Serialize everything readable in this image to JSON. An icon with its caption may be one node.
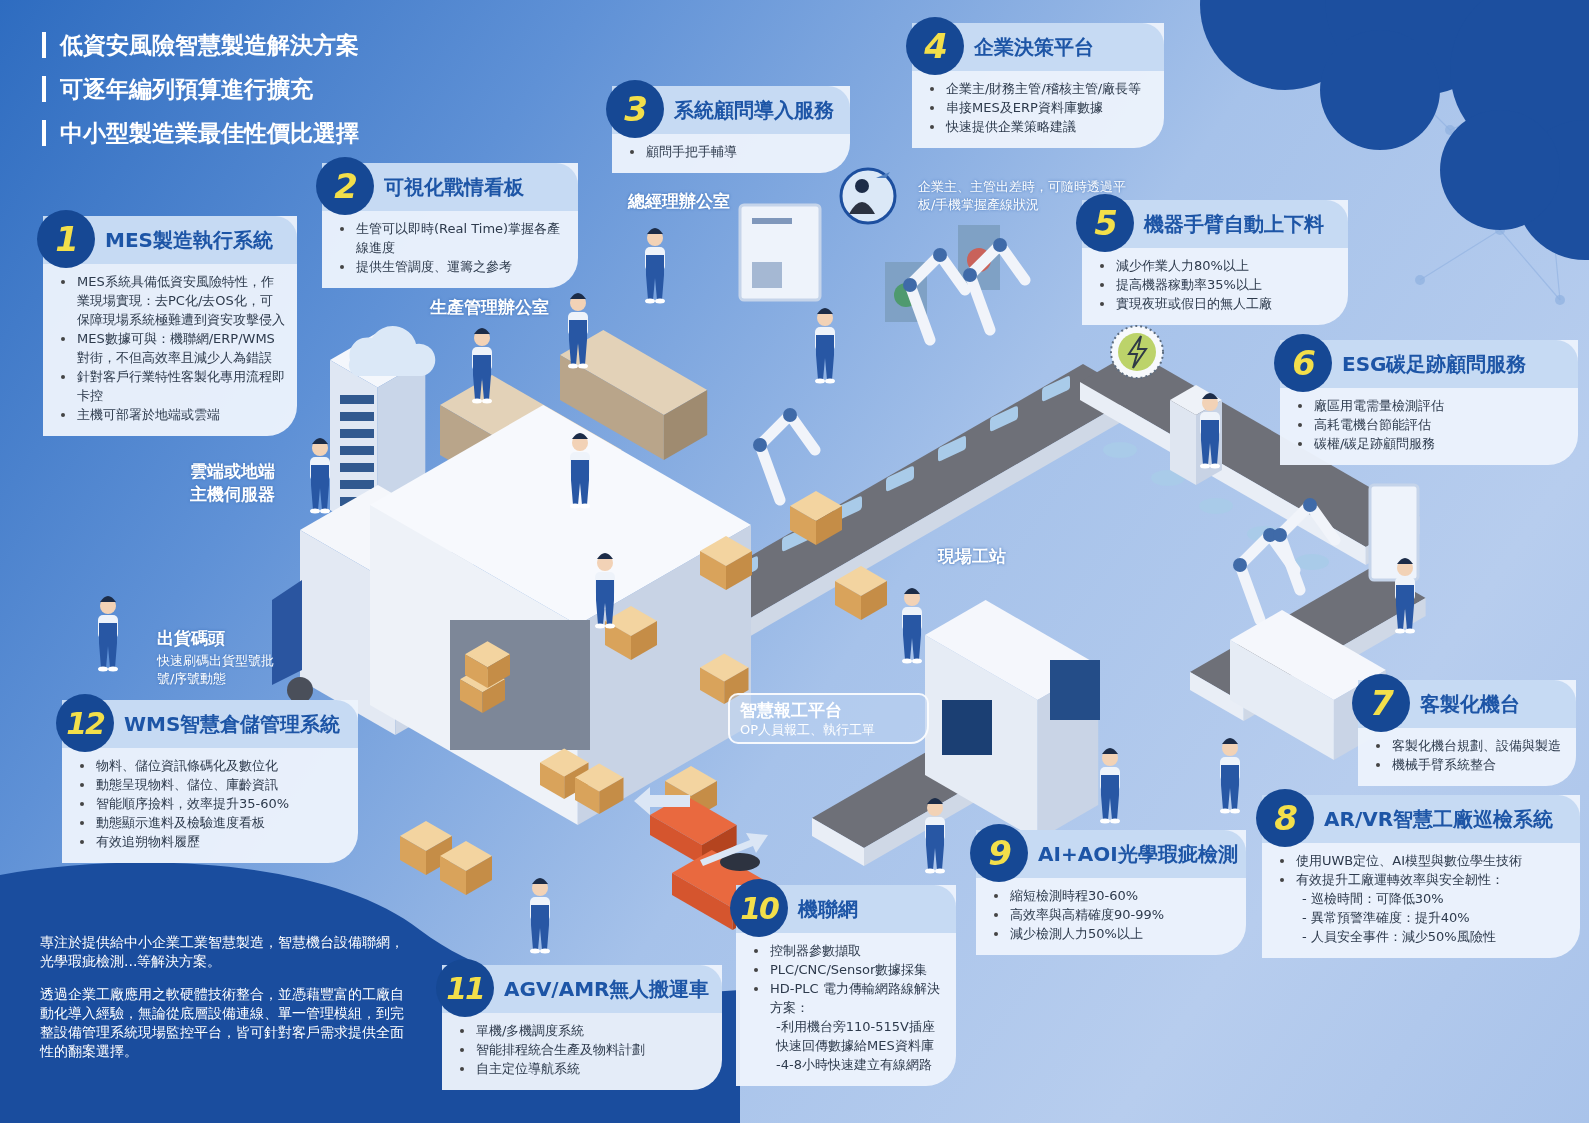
{
  "diagram": {
    "nodes": [
      {
        "text": [
          "1",
          "MES製造執行系統",
          "MES系統具備低資安風險特性，作業現場實現：去PC化/去OS化，可保障現場系統極難遭到資安攻擊侵入",
          "MES數據可與：機聯網/ERP/WMS對街，不但高效率且減少人為錯誤",
          "針對客戶行業特性客製化專用流程即卡控",
          "主機可部署於地端或雲端"
        ]
      },
      {
        "text": [
          "2",
          "可視化戰情看板",
          "生管可以即時(Real Time)掌握各產線進度",
          "提供生管調度、運籌之參考"
        ]
      },
      {
        "text": [
          "3",
          "系統顧問導入服務",
          "顧問手把手輔導"
        ]
      },
      {
        "text": [
          "4",
          "企業決策平台",
          "企業主/財務主管/稽核主管/廠長等",
          "串接MES及ERP資料庫數據",
          "快速提供企業策略建議"
        ]
      },
      {
        "text": [
          "5",
          "機器手臂自動上下料",
          "減少作業人力80%以上",
          "提高機器稼動率35%以上",
          "實現夜班或假日的無人工廠"
        ]
      },
      {
        "text": [
          "6",
          "ESG碳足跡顧問服務",
          "廠區用電需量檢測評估",
          "高耗電機台節能評估",
          "碳權/碳足跡顧問服務"
        ]
      },
      {
        "text": [
          "7",
          "客製化機台",
          "客製化機台規劃、設備與製造",
          "機械手臂系統整合"
        ]
      },
      {
        "text": [
          "8",
          "AR/VR智慧工廠巡檢系統",
          "使用UWB定位、AI模型與數位學生技術",
          "有效提升工廠運轉效率與安全韌性：",
          "- 巡檢時間：可降低30%",
          "- 異常預警準確度：提升40%",
          "- 人員安全事件：減少50%風險性"
        ]
      },
      {
        "text": [
          "9",
          "AI+AOI光學瑕疵檢測",
          "縮短檢測時程30-60%",
          "高效率與高精確度90-99%",
          "減少檢測人力50%以上"
        ]
      },
      {
        "text": [
          "10",
          "機聯網",
          "控制器參數擷取",
          "PLC/CNC/Sensor數據採集",
          "HD-PLC 電力傳輸網路線解決方案：",
          "-利用機台旁110-515V插座快速回傳數據給MES資料庫",
          "-4-8小時快速建立有線網路"
        ]
      },
      {
        "text": [
          "11",
          "AGV/AMR無人搬運車",
          "單機/多機調度系統",
          "智能排程統合生產及物料計劃",
          "自主定位導航系統"
        ]
      },
      {
        "text": [
          "12",
          "WMS智慧倉儲管理系統",
          "物料、儲位資訊條碼化及數位化",
          "動態呈現物料、儲位、庫齡資訊",
          "智能順序撿料，效率提升35-60%",
          "動態顯示進料及檢驗進度看板",
          "有效追朔物料履歷"
        ]
      },
      {
        "text": [
          "智慧報工平台",
          "OP人員報工、執行工單"
        ]
      }
    ],
    "labels": [
      "低資安風險智慧製造解決方案",
      "可逐年編列預算進行擴充",
      "中小型製造業最佳性價比選擇",
      "總經理辦公室",
      "企業主、主管出差時，可隨時透過平板/手機掌握產線狀況",
      "生產管理辦公室",
      "雲端或地端主機伺服器",
      "現場工站",
      "出貨碼頭",
      "快速刷碼出貨型號批號/序號動態",
      "專注於提供給中小企業工業智慧製造，智慧機台設備聯網，光學瑕疵檢測...等解決方案。",
      "透過企業工廠應用之軟硬體技術整合，並憑藉豐富的工廠自動化導入經驗，無論從底層設備連線、單一管理模組，到完整設備管理系統現場監控平台，皆可針對客戶需求提供全面性的翻案選擇。"
    ]
  }
}
